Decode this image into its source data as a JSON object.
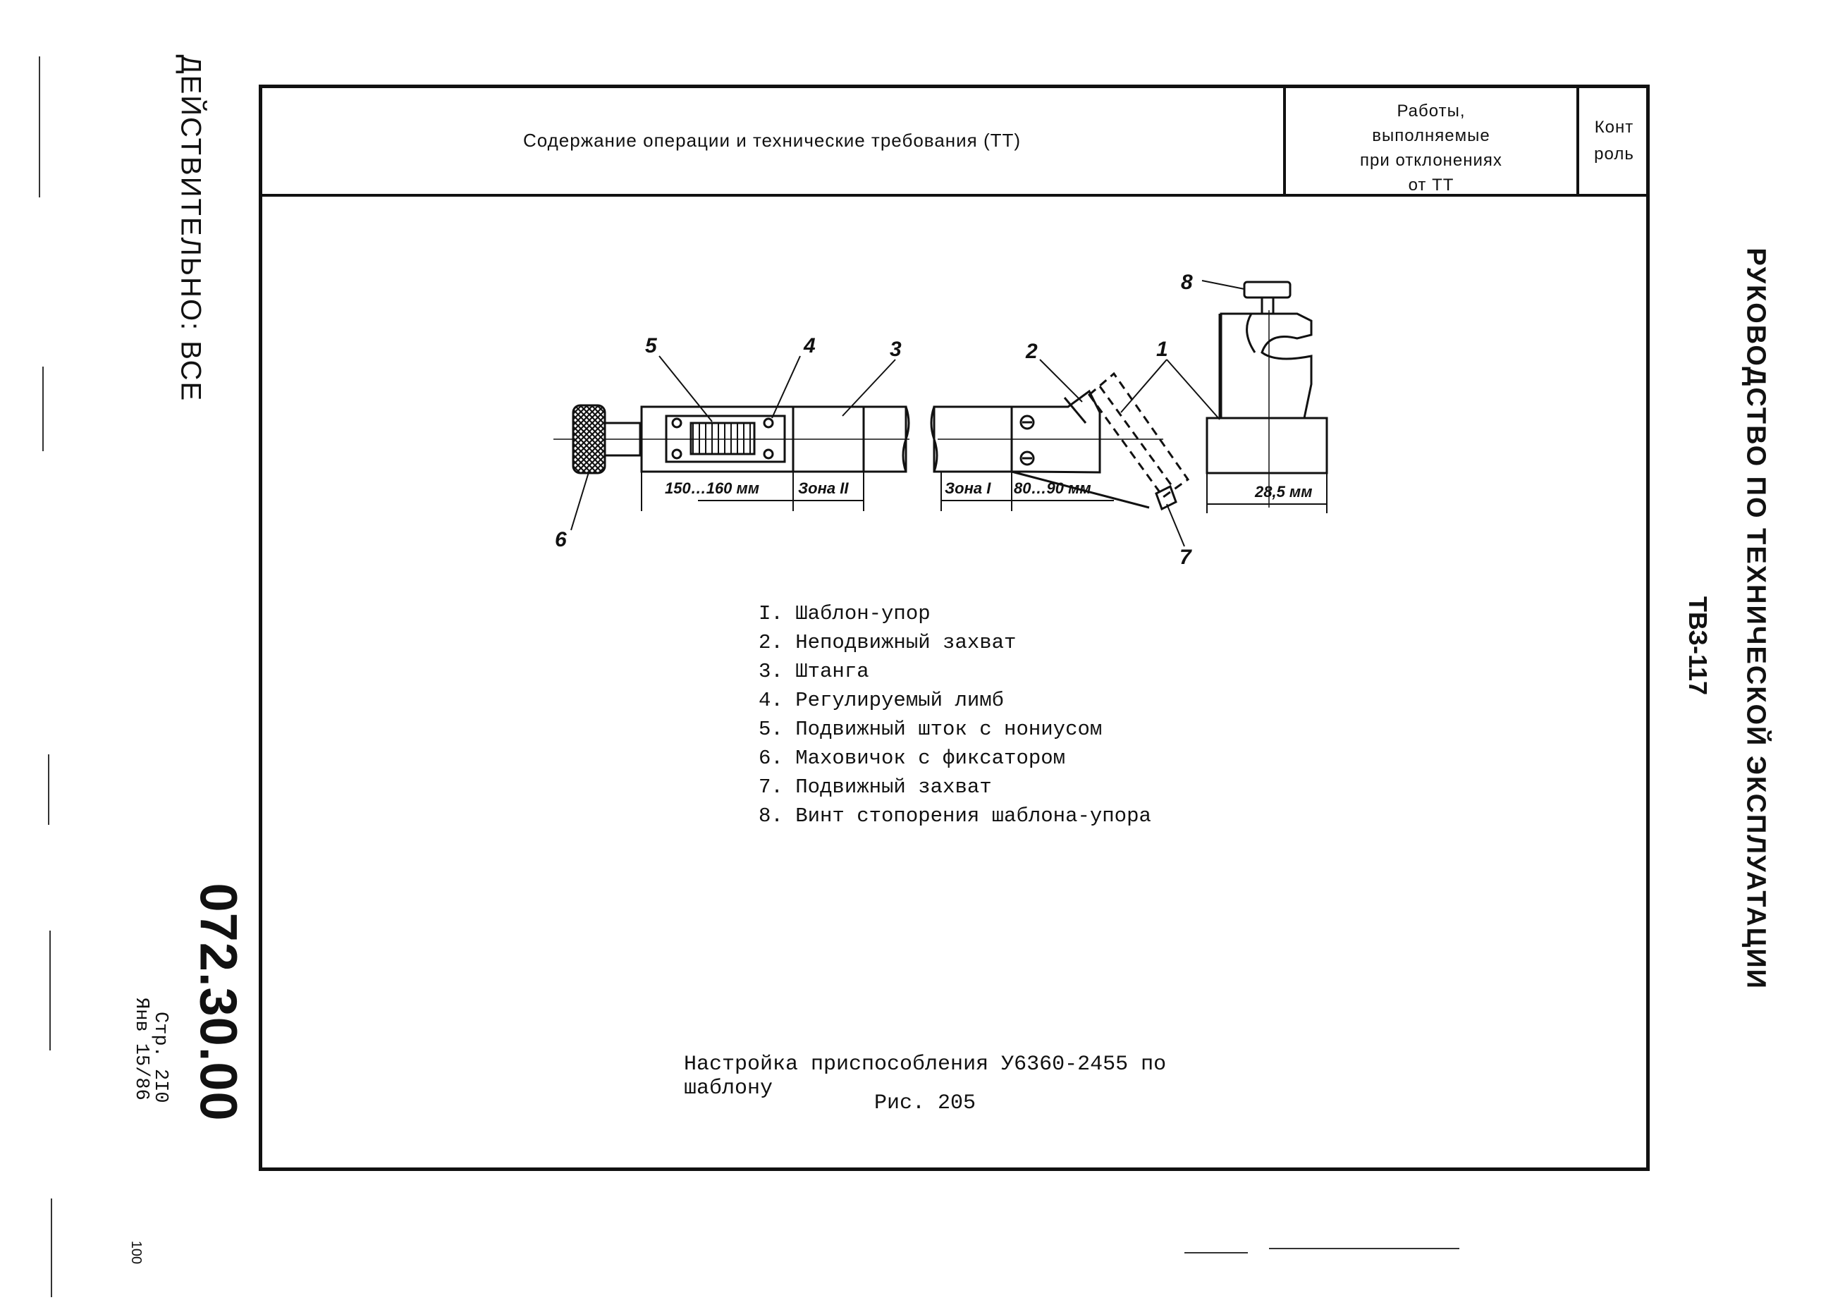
{
  "header": {
    "content_label": "Содержание операции и технические требования (ТТ)",
    "deviation_label": [
      "Работы,",
      "выполняемые",
      "при отклонениях",
      "от ТТ"
    ],
    "control_label": [
      "Конт",
      "роль"
    ]
  },
  "figure": {
    "callouts": [
      "1",
      "2",
      "3",
      "4",
      "5",
      "6",
      "7",
      "8"
    ],
    "dim_left_range": "150…160 мм",
    "zone_2": "Зона II",
    "zone_1": "Зона I",
    "dim_right_range": "80…90 мм",
    "dim_width": "28,5 мм"
  },
  "legend": [
    "I. Шаблон-упор",
    "2. Неподвижный захват",
    "3. Штанга",
    "4. Регулируемый лимб",
    "5. Подвижный шток с нониусом",
    "6. Маховичок с фиксатором",
    "7. Подвижный захват",
    "8. Винт стопорения шаблона-упора"
  ],
  "caption": "Настройка приспособления У6360-2455 по шаблону",
  "figure_number": "Рис. 205",
  "margin": {
    "effectivity": "ДЕЙСТВИТЕЛЬНО: ВСЕ",
    "doc_number": "072.30.00",
    "page": "Стр. 2I0",
    "date": "Янв 15/86",
    "footnote": "100"
  },
  "title": {
    "code": "ТВЗ-117",
    "name": "РУКОВОДСТВО ПО ТЕХНИЧЕСКОЙ ЭКСПЛУАТАЦИИ"
  }
}
